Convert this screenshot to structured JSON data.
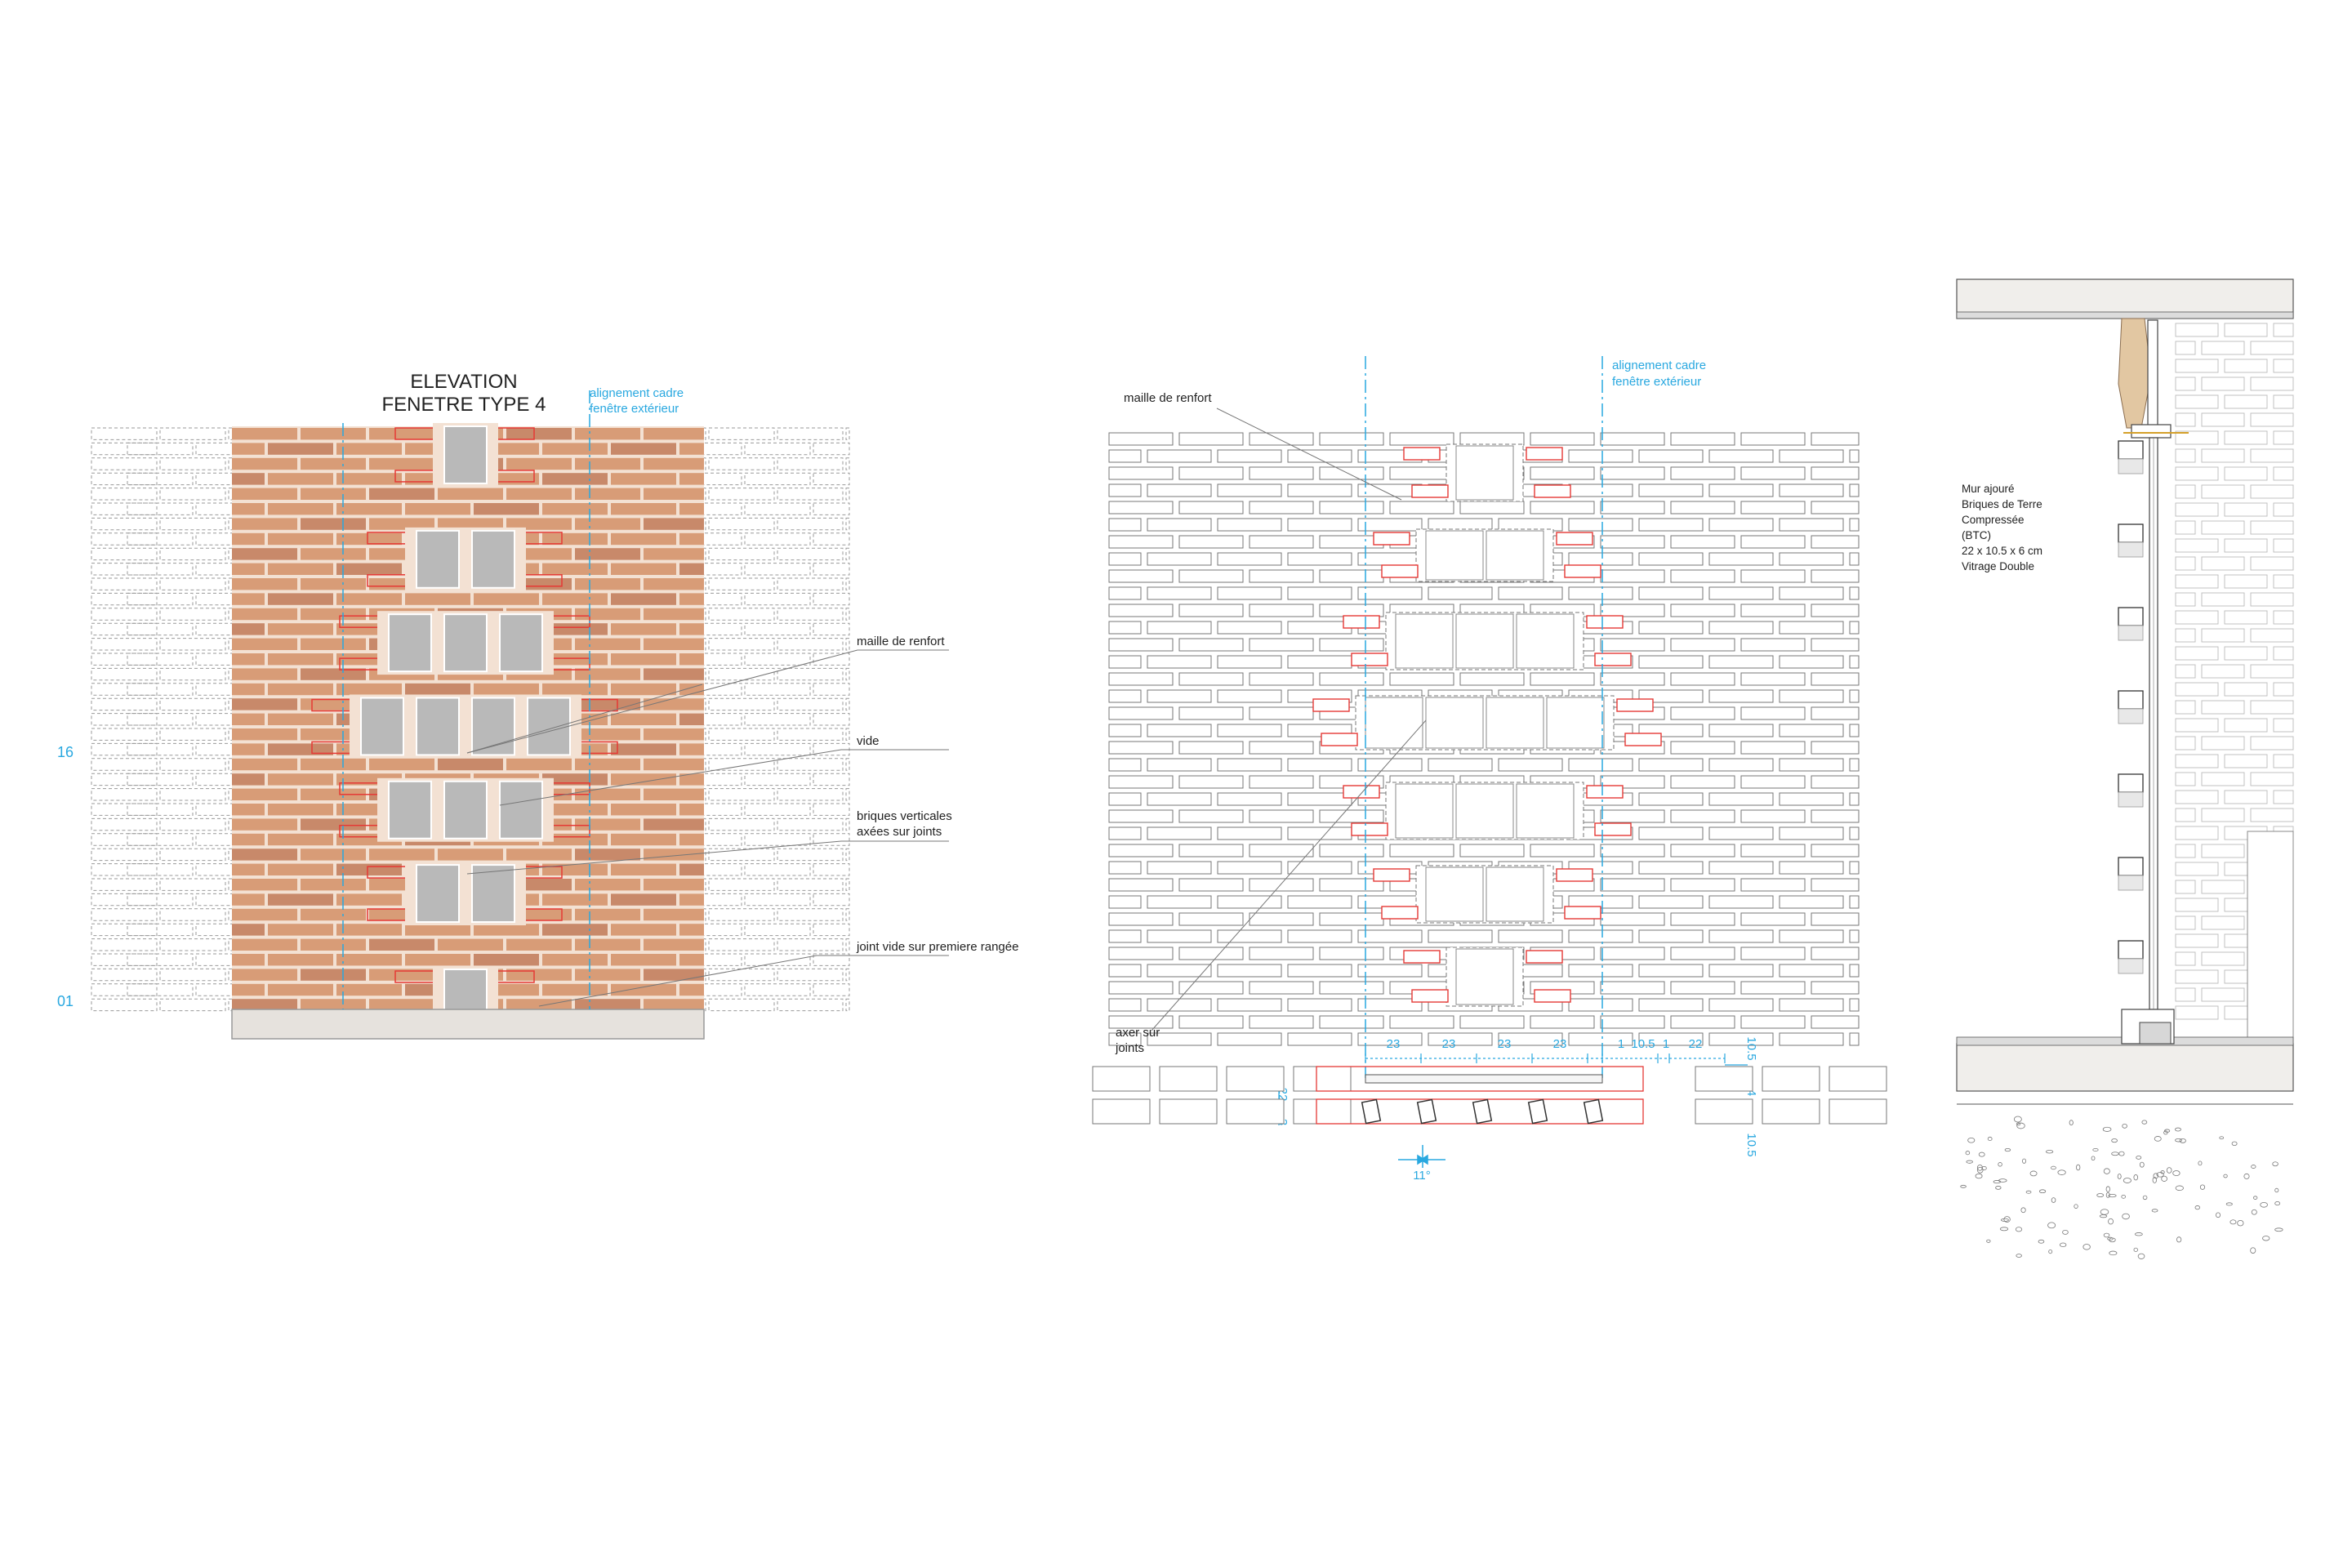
{
  "elevation": {
    "title_line1": "ELEVATION",
    "title_line2": "FENETRE TYPE 4",
    "alignment_line1": "alignement cadre",
    "alignment_line2": "fenêtre extérieur",
    "label_maille": "maille de renfort",
    "label_vide": "vide",
    "label_briques_line1": "briques verticales",
    "label_briques_line2": "axées sur joints",
    "label_joint": "joint vide sur premiere rangée",
    "row_top": "16",
    "row_bottom": "01"
  },
  "detail": {
    "label_maille": "maille de renfort",
    "alignment_line1": "alignement cadre",
    "alignment_line2": "fenêtre extérieur",
    "label_axer_line1": "axer sur",
    "label_axer_line2": "joints",
    "dims_top": [
      "23",
      "23",
      "23",
      "23",
      "1",
      "10.5",
      "1",
      "22"
    ],
    "dim_right_top": "10.5",
    "dim_right_mid": "4",
    "dim_right_bot": "10.5",
    "dim_left_a": "22",
    "dim_left_b": "3",
    "angle": "11°"
  },
  "section": {
    "note_lines": [
      "Mur ajouré",
      "Briques de Terre",
      "Compressée",
      "(BTC)",
      "22 x 10.5 x 6 cm",
      "Vitrage Double"
    ]
  },
  "colors": {
    "brick": "#d89c77",
    "brick_dark": "#c8896a",
    "reinforce": "#e53935",
    "void": "#b9b9b9",
    "cyan": "#29a8e0",
    "line": "#555555",
    "ghost": "#9a9a9a",
    "base": "#e6e2dd",
    "timber": "#e2c7a2"
  }
}
